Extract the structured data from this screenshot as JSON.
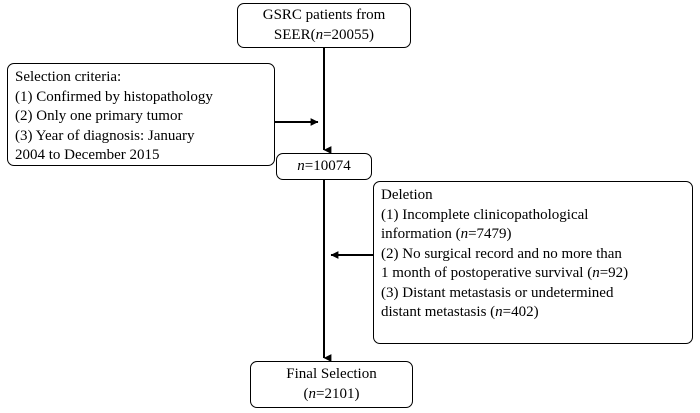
{
  "diagram": {
    "title": "GSRC patient selection flowchart",
    "type": "flowchart",
    "stroke_color": "#000000",
    "background_color": "#ffffff",
    "nodes": {
      "source": {
        "id": "source-cohort-box",
        "line1": "GSRC patients from",
        "line2_prefix": "SEER(",
        "line2_n": "n",
        "line2_suffix": "=20055)",
        "count": 20055
      },
      "criteria": {
        "id": "selection-criteria-box",
        "heading": "Selection criteria:",
        "items": [
          "(1) Confirmed by histopathology",
          "(2) Only one primary tumor",
          "(3) Year of diagnosis: January",
          "2004 to December 2015"
        ]
      },
      "intermediate": {
        "id": "intermediate-count-box",
        "n_label": "n",
        "value": "=10074",
        "count": 10074
      },
      "deletion": {
        "id": "deletion-criteria-box",
        "heading": "Deletion",
        "items": [
          {
            "text_before": "(1) Incomplete clinicopathological",
            "n_label": "",
            "text_after": ""
          },
          {
            "text_before": "information (",
            "n_label": "n",
            "text_after": "=7479)"
          },
          {
            "text_before": "(2) No surgical record and no more than",
            "n_label": "",
            "text_after": ""
          },
          {
            "text_before": "1 month of postoperative survival (",
            "n_label": "n",
            "text_after": "=92)"
          },
          {
            "text_before": "(3) Distant metastasis or undetermined",
            "n_label": "",
            "text_after": ""
          },
          {
            "text_before": "distant metastasis (",
            "n_label": "n",
            "text_after": "=402)"
          }
        ],
        "excluded_incomplete_information": 7479,
        "excluded_no_surgery": 92,
        "excluded_metastasis": 402
      },
      "final": {
        "id": "final-selection-box",
        "line1": "Final Selection",
        "line2_prefix": "(",
        "line2_n": "n",
        "line2_suffix": "=2101)",
        "count": 2101
      }
    },
    "edges": [
      {
        "name": "source-to-intermediate",
        "from": "source",
        "to": "intermediate",
        "direction": "down"
      },
      {
        "name": "criteria-to-mainline",
        "from": "criteria",
        "to": "main-line",
        "direction": "right"
      },
      {
        "name": "intermediate-to-final",
        "from": "intermediate",
        "to": "final",
        "direction": "down"
      },
      {
        "name": "deletion-to-mainline",
        "from": "deletion",
        "to": "main-line",
        "direction": "left"
      }
    ]
  }
}
